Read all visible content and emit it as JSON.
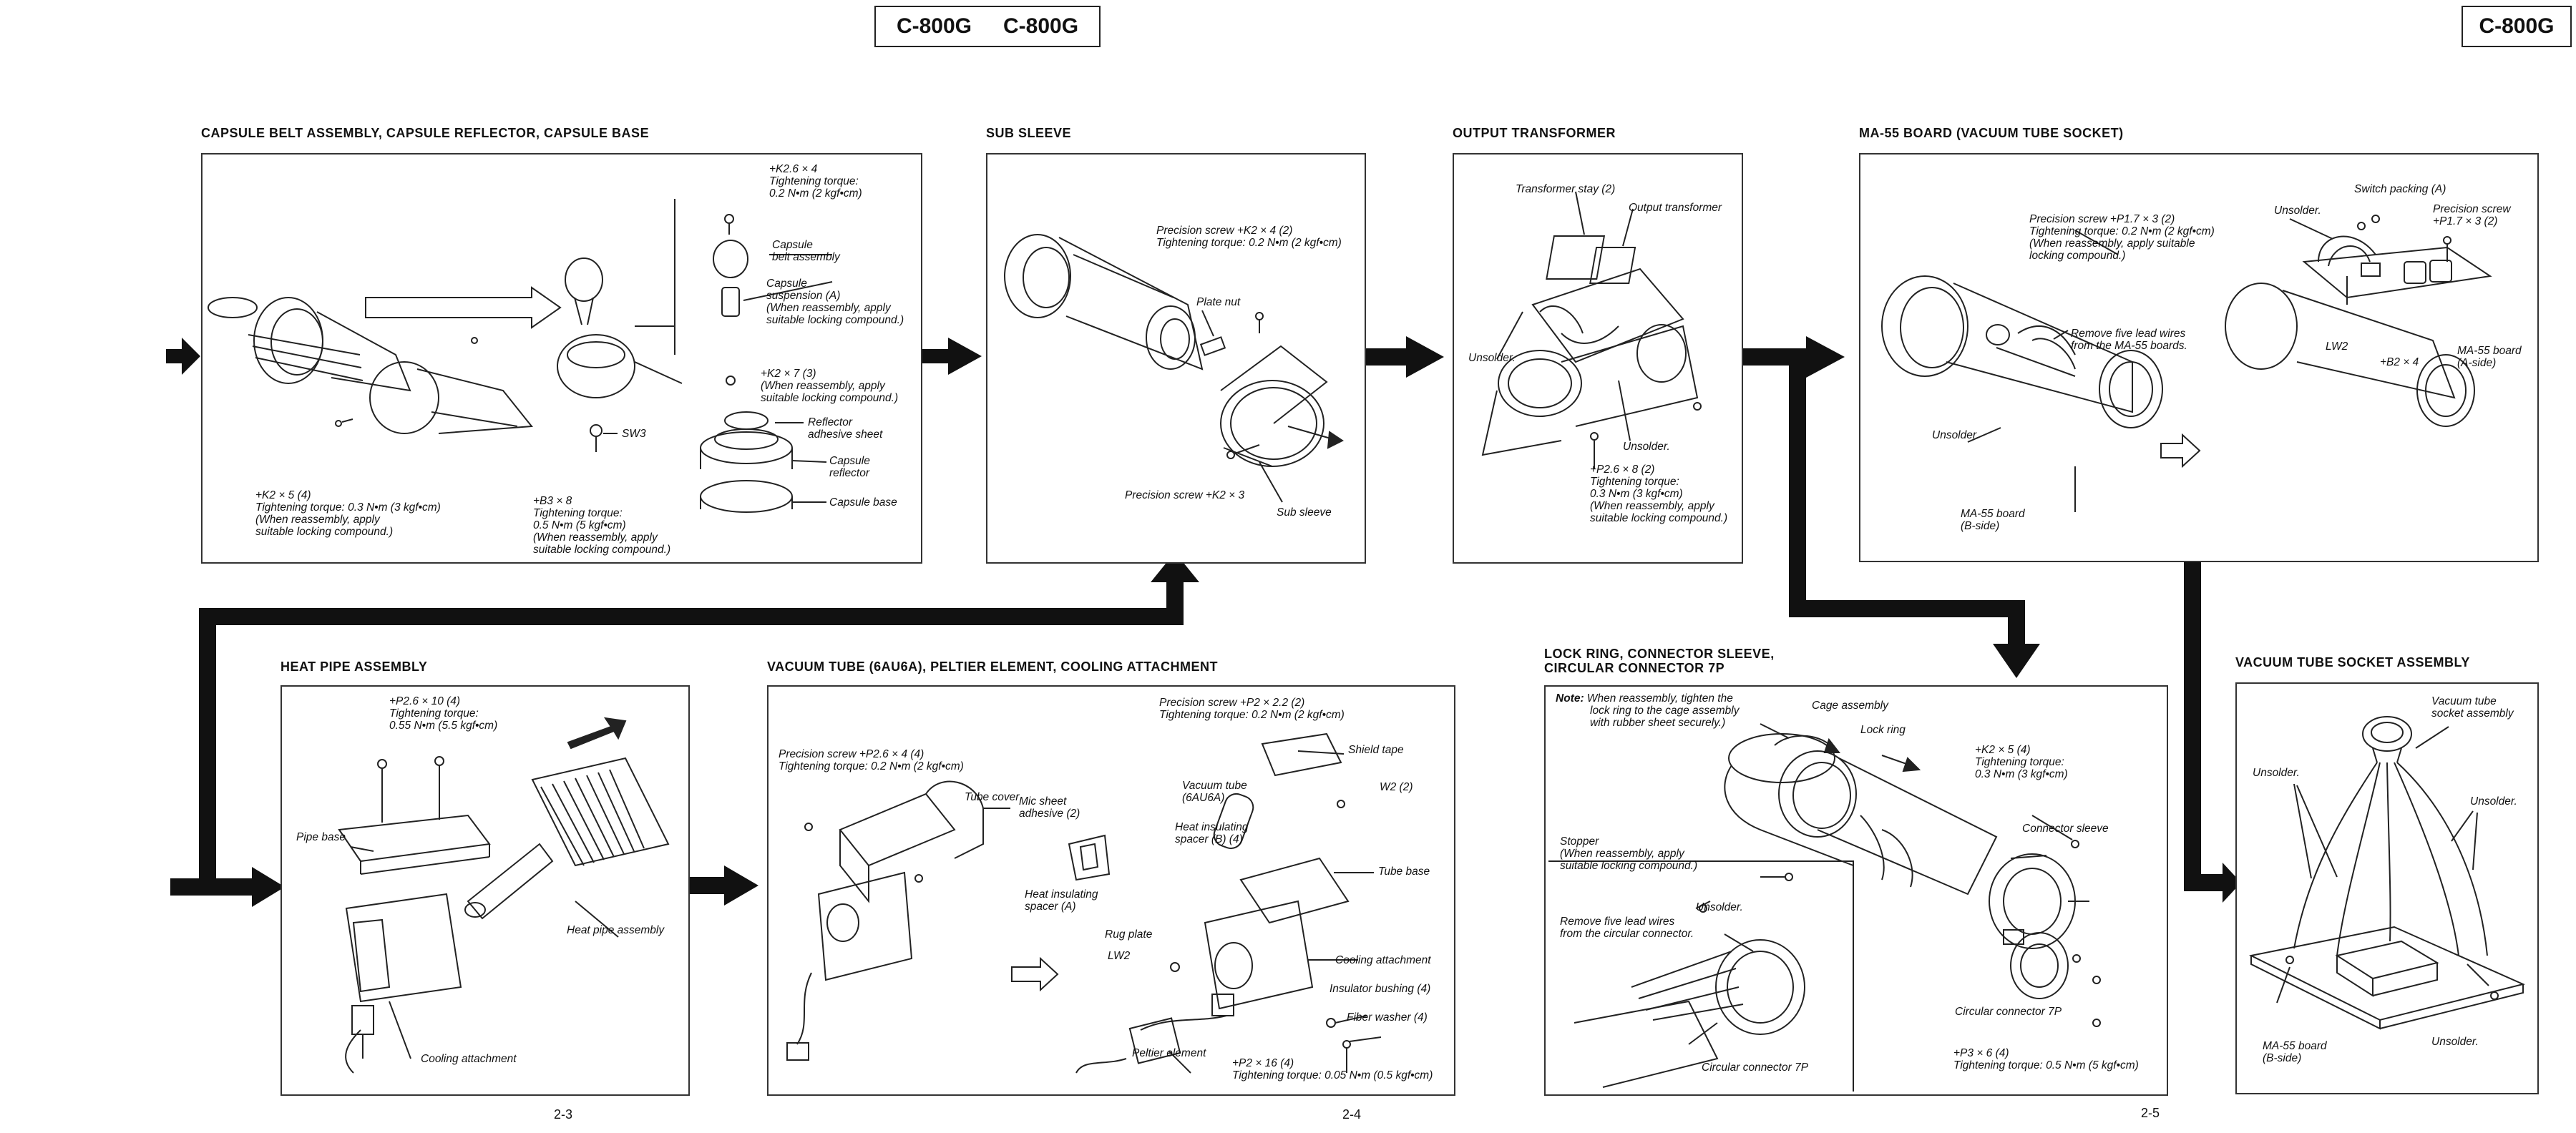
{
  "header": {
    "center_models": [
      "C-800G",
      "C-800G"
    ],
    "right_model": "C-800G"
  },
  "page_numbers": [
    "2-3",
    "2-4",
    "2-5"
  ],
  "sections": {
    "capsule": {
      "title": "CAPSULE BELT ASSEMBLY, CAPSULE REFLECTOR, CAPSULE BASE",
      "labels": {
        "k26_screw": "+K2.6 × 4",
        "k26_torque": "Tightening torque:",
        "k26_value": "0.2 N•m (2 kgf•cm)",
        "capsule_belt_1": "Capsule",
        "capsule_belt_2": "belt assembly",
        "suspension_1": "Capsule",
        "suspension_2": "suspension (A)",
        "suspension_3": "(When reassembly, apply",
        "suspension_4": "suitable locking compound.)",
        "k2x7_1": "+K2 × 7 (3)",
        "k2x7_2": "(When reassembly, apply",
        "k2x7_3": "suitable locking compound.)",
        "sw3": "SW3",
        "reflector_sheet_1": "Reflector",
        "reflector_sheet_2": "adhesive sheet",
        "capsule_reflector_1": "Capsule",
        "capsule_reflector_2": "reflector",
        "capsule_base": "Capsule base",
        "k2x5_1": "+K2 × 5 (4)",
        "k2x5_2": "Tightening torque: 0.3 N•m (3 kgf•cm)",
        "k2x5_3": "(When reassembly, apply",
        "k2x5_4": "suitable locking compound.)",
        "b3x8_1": "+B3 × 8",
        "b3x8_2": "Tightening torque:",
        "b3x8_3": "0.5 N•m (5 kgf•cm)",
        "b3x8_4": "(When reassembly, apply",
        "b3x8_5": "suitable locking compound.)"
      }
    },
    "sub_sleeve": {
      "title": "SUB SLEEVE",
      "labels": {
        "precision_1": "Precision screw +K2 × 4 (2)",
        "precision_2": "Tightening torque: 0.2 N•m (2 kgf•cm)",
        "plate_nut": "Plate nut",
        "precision_k2x3": "Precision screw +K2 × 3",
        "sub_sleeve": "Sub sleeve"
      }
    },
    "output_transformer": {
      "title": "OUTPUT TRANSFORMER",
      "labels": {
        "stay": "Transformer stay (2)",
        "transformer": "Output transformer",
        "unsolder_1": "Unsolder.",
        "unsolder_2": "Unsolder.",
        "p26x8_1": "+P2.6 × 8 (2)",
        "p26x8_2": "Tightening torque:",
        "p26x8_3": "0.3 N•m (3 kgf•cm)",
        "p26x8_4": "(When reassembly, apply",
        "p26x8_5": "suitable locking compound.)"
      }
    },
    "ma55": {
      "title": "MA-55 BOARD (VACUUM TUBE SOCKET)",
      "labels": {
        "precision_1": "Precision screw +P1.7 × 3 (2)",
        "precision_2": "Tightening torque: 0.2 N•m (2 kgf•cm)",
        "precision_3": "(When reassembly, apply suitable",
        "precision_4": "locking compound.)",
        "unsolder_top": "Unsolder.",
        "switch_packing": "Switch packing (A)",
        "precision_r1": "Precision screw",
        "precision_r2": "+P1.7 × 3 (2)",
        "remove_1": "Remove five lead wires",
        "remove_2": "from the MA-55 boards.",
        "lw2": "LW2",
        "b2x4": "+B2 × 4",
        "board_a_1": "MA-55 board",
        "board_a_2": "(A-side)",
        "unsolder_left": "Unsolder.",
        "board_b_1": "MA-55 board",
        "board_b_2": "(B-side)"
      }
    },
    "heat_pipe": {
      "title": "HEAT PIPE ASSEMBLY",
      "labels": {
        "p26x10_1": "+P2.6 × 10 (4)",
        "p26x10_2": "Tightening torque:",
        "p26x10_3": "0.55 N•m (5.5 kgf•cm)",
        "pipe_base": "Pipe base",
        "heat_pipe": "Heat pipe assembly",
        "cooling": "Cooling attachment"
      }
    },
    "vacuum_tube": {
      "title": "VACUUM TUBE (6AU6A), PELTIER ELEMENT, COOLING ATTACHMENT",
      "labels": {
        "prec_top_1": "Precision screw +P2 × 2.2 (2)",
        "prec_top_2": "Tightening torque: 0.2 N•m (2 kgf•cm)",
        "shield_tape": "Shield tape",
        "prec_left_1": "Precision screw +P2.6 × 4 (4)",
        "prec_left_2": "Tightening torque: 0.2 N•m (2 kgf•cm)",
        "vacuum_tube_1": "Vacuum tube",
        "vacuum_tube_2": "(6AU6A)",
        "w2": "W2 (2)",
        "tube_cover": "Tube cover",
        "mic_sheet_1": "Mic sheet",
        "mic_sheet_2": "adhesive (2)",
        "heat_spacer_b_1": "Heat insulating",
        "heat_spacer_b_2": "spacer (B) (4)",
        "tube_base": "Tube base",
        "heat_spacer_a_1": "Heat insulating",
        "heat_spacer_a_2": "spacer (A)",
        "rug_plate": "Rug plate",
        "lw2": "LW2",
        "cooling": "Cooling attachment",
        "insulator": "Insulator bushing (4)",
        "fiber": "Fiber washer (4)",
        "peltier": "Peltier element",
        "p2x16_1": "+P2 × 16 (4)",
        "p2x16_2": "Tightening torque: 0.05 N•m (0.5 kgf•cm)"
      }
    },
    "lock_ring": {
      "title_1": "LOCK RING, CONNECTOR SLEEVE,",
      "title_2": "CIRCULAR CONNECTOR 7P",
      "labels": {
        "note_1": "Note:",
        "note_2": "When reassembly, tighten the",
        "note_3": "lock ring to the cage assembly",
        "note_4": "with rubber sheet securely.)",
        "cage": "Cage assembly",
        "lock_ring": "Lock ring",
        "k2x5_1": "+K2 × 5 (4)",
        "k2x5_2": "Tightening torque:",
        "k2x5_3": "0.3 N•m (3 kgf•cm)",
        "stopper_1": "Stopper",
        "stopper_2": "(When reassembly, apply",
        "stopper_3": "suitable locking compound.)",
        "connector_sleeve": "Connector sleeve",
        "remove_1": "Remove five lead wires",
        "remove_2": "from the circular connector.",
        "unsolder": "Unsolder.",
        "circ_7p_right": "Circular connector 7P",
        "circ_7p_bottom": "Circular connector 7P",
        "p3x6_1": "+P3 × 6 (4)",
        "p3x6_2": "Tightening torque: 0.5 N•m (5 kgf•cm)"
      }
    },
    "socket": {
      "title": "VACUUM TUBE SOCKET ASSEMBLY",
      "labels": {
        "socket_1": "Vacuum tube",
        "socket_2": "socket assembly",
        "unsolder_left": "Unsolder.",
        "unsolder_right": "Unsolder.",
        "unsolder_bottom": "Unsolder.",
        "board_1": "MA-55 board",
        "board_2": "(B-side)"
      }
    }
  }
}
